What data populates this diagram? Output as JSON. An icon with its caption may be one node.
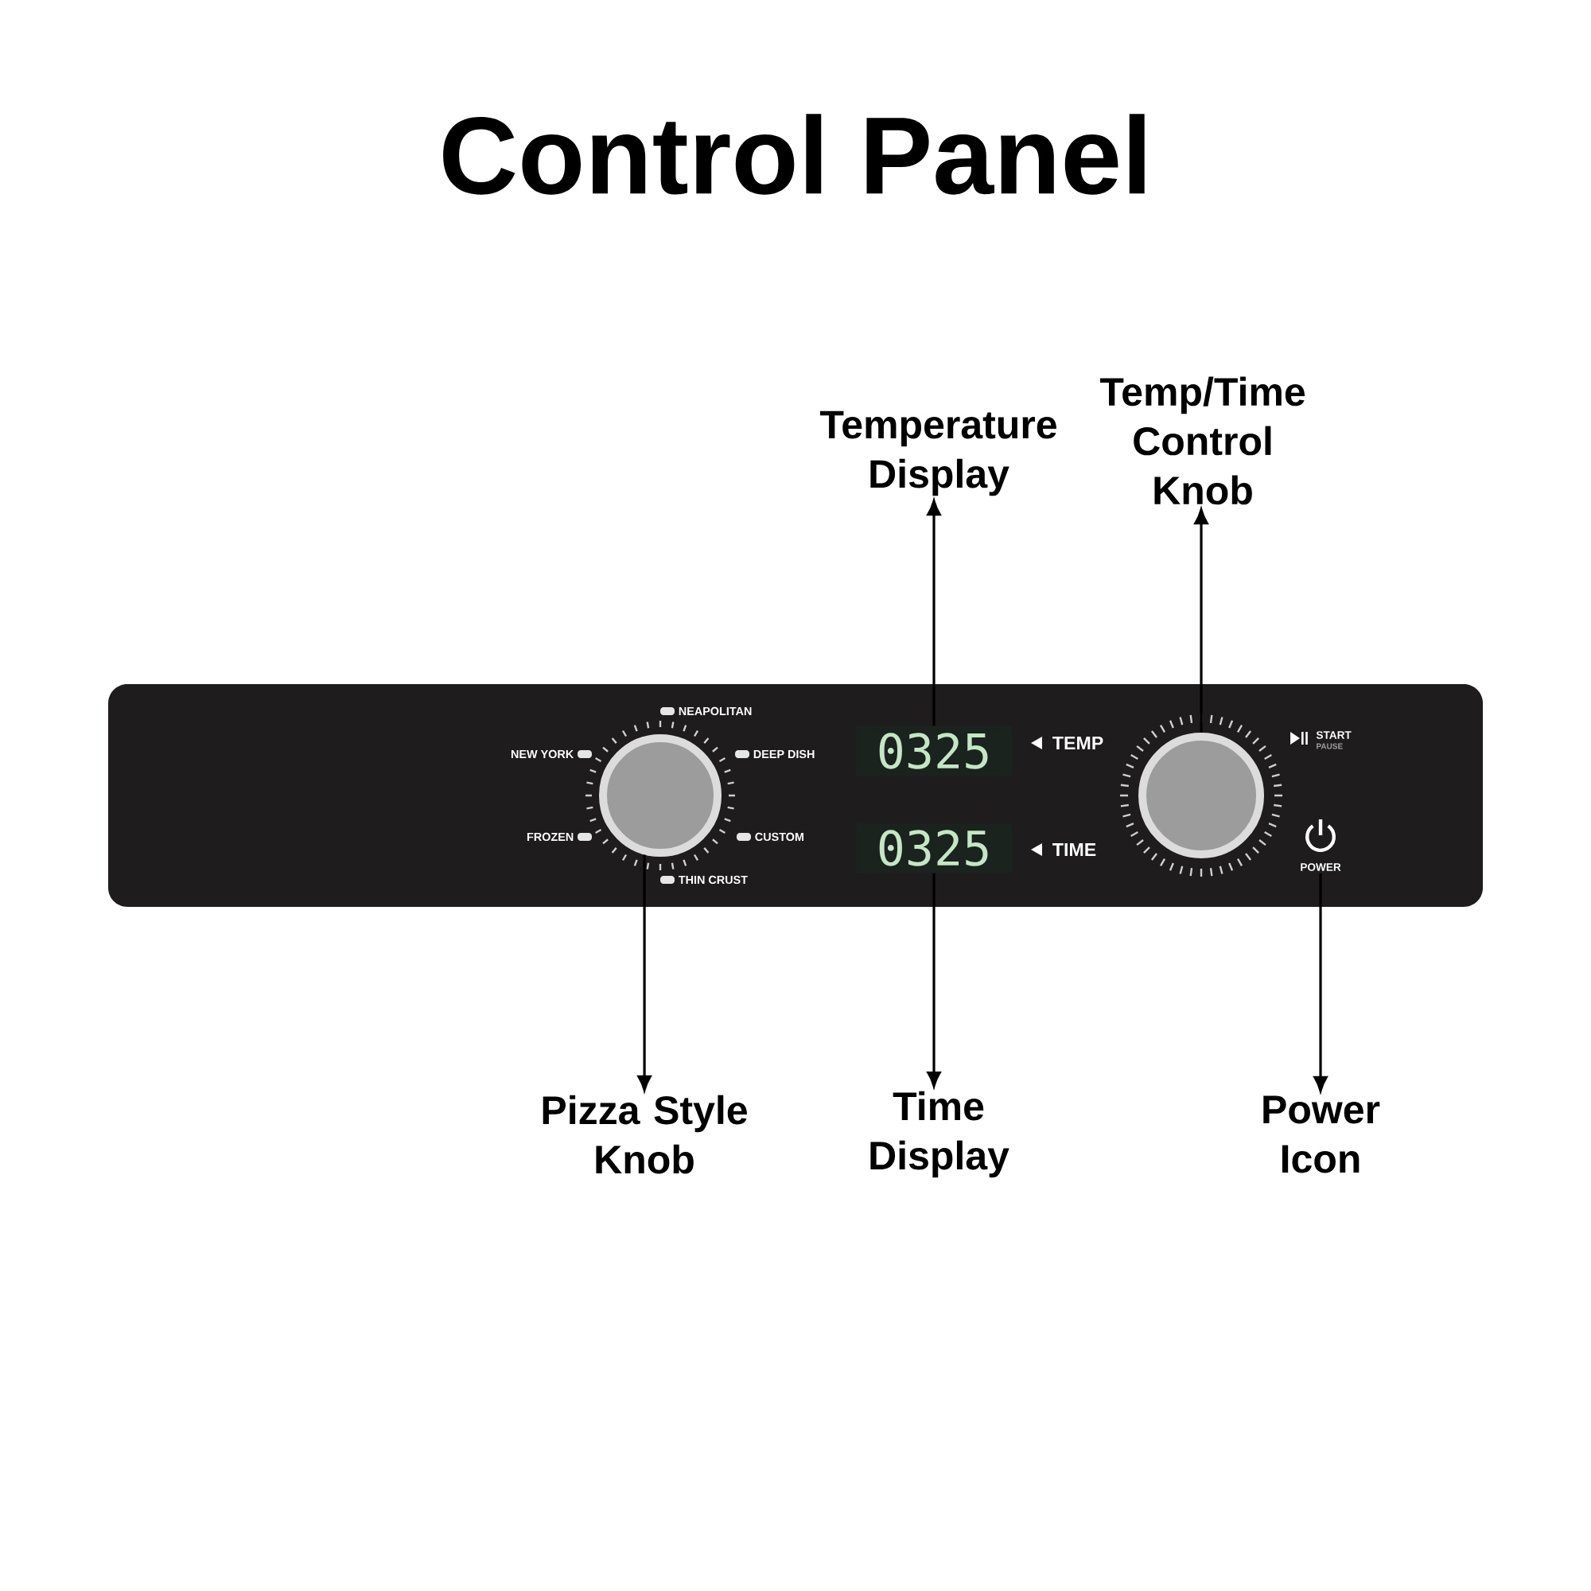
{
  "diagram": {
    "title": "Control Panel",
    "nodes": [
      {
        "text": [
          "Temperature Display"
        ]
      },
      {
        "text": [
          "Temp/Time Control Knob"
        ]
      },
      {
        "text": [],
        "shape": "box"
      },
      {
        "text": [],
        "shape": "circle",
        "in": 2,
        "beside": [
          "NEAPOLITAN",
          "NEW YORK",
          "DEEP DISH",
          "FROZEN",
          "CUSTOM",
          "THIN CRUST"
        ]
      },
      {
        "text": [
          "0325"
        ],
        "in": 2,
        "beside": [
          "TEMP"
        ]
      },
      {
        "text": [
          "0325"
        ],
        "in": 2,
        "beside": [
          "TIME"
        ]
      },
      {
        "text": [],
        "shape": "circle",
        "in": 2
      },
      {
        "text": [
          "POWER"
        ],
        "in": 2
      },
      {
        "text": [
          "Pizza Style Knob"
        ]
      },
      {
        "text": [
          "Time Display"
        ]
      },
      {
        "text": [
          "Power Icon"
        ]
      }
    ],
    "edges": [
      {
        "from": 4,
        "to": 0,
        "arrow": "to"
      },
      {
        "from": 6,
        "to": 1,
        "arrow": "to"
      },
      {
        "from": 3,
        "to": 8,
        "arrow": "to"
      },
      {
        "from": 5,
        "to": 9,
        "arrow": "to"
      },
      {
        "from": 7,
        "to": 10,
        "arrow": "to"
      }
    ],
    "labels": [
      "START",
      "PAUSE"
    ]
  }
}
